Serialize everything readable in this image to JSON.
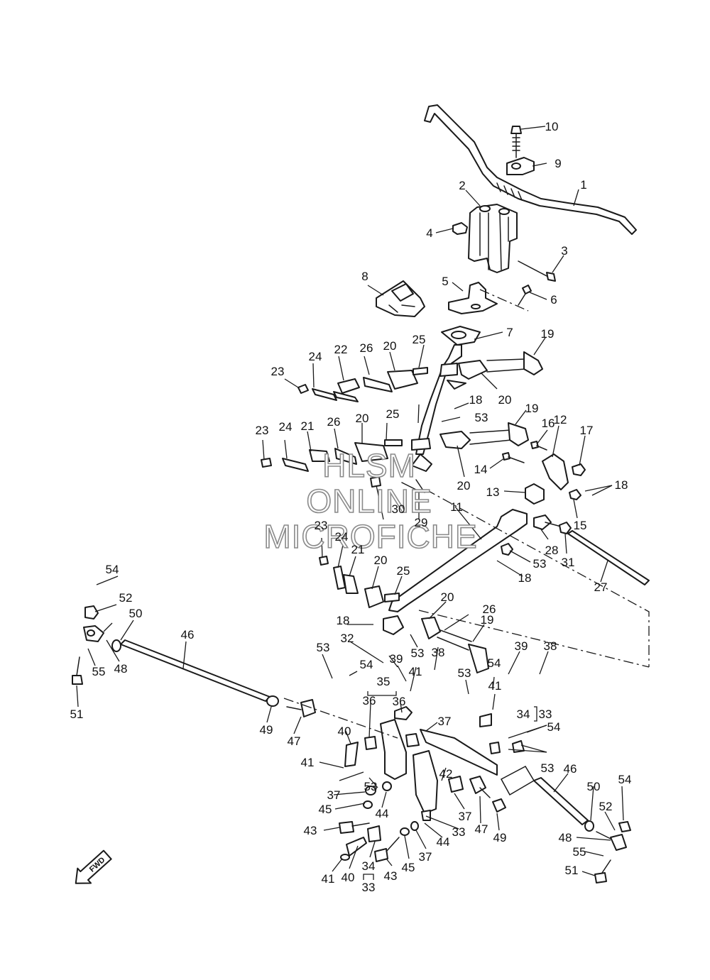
{
  "watermark": {
    "line1": "HLSM",
    "line2": "ONLINE",
    "line3": "MICROFICHE"
  },
  "direction_arrow": {
    "label": "FWD"
  },
  "callouts": [
    {
      "n": "1"
    },
    {
      "n": "2"
    },
    {
      "n": "3"
    },
    {
      "n": "4"
    },
    {
      "n": "5"
    },
    {
      "n": "6"
    },
    {
      "n": "7"
    },
    {
      "n": "8"
    },
    {
      "n": "9"
    },
    {
      "n": "10"
    },
    {
      "n": "11"
    },
    {
      "n": "12"
    },
    {
      "n": "13"
    },
    {
      "n": "14"
    },
    {
      "n": "15"
    },
    {
      "n": "16"
    },
    {
      "n": "17"
    },
    {
      "n": "18"
    },
    {
      "n": "18"
    },
    {
      "n": "18"
    },
    {
      "n": "18"
    },
    {
      "n": "19"
    },
    {
      "n": "19"
    },
    {
      "n": "19"
    },
    {
      "n": "20"
    },
    {
      "n": "20"
    },
    {
      "n": "20"
    },
    {
      "n": "20"
    },
    {
      "n": "20"
    },
    {
      "n": "20"
    },
    {
      "n": "21"
    },
    {
      "n": "21"
    },
    {
      "n": "22"
    },
    {
      "n": "23"
    },
    {
      "n": "23"
    },
    {
      "n": "23"
    },
    {
      "n": "24"
    },
    {
      "n": "24"
    },
    {
      "n": "24"
    },
    {
      "n": "25"
    },
    {
      "n": "25"
    },
    {
      "n": "25"
    },
    {
      "n": "26"
    },
    {
      "n": "26"
    },
    {
      "n": "26"
    },
    {
      "n": "27"
    },
    {
      "n": "28"
    },
    {
      "n": "29"
    },
    {
      "n": "30"
    },
    {
      "n": "31"
    },
    {
      "n": "32"
    },
    {
      "n": "33"
    },
    {
      "n": "33"
    },
    {
      "n": "33"
    },
    {
      "n": "34"
    },
    {
      "n": "34"
    },
    {
      "n": "35"
    },
    {
      "n": "36"
    },
    {
      "n": "36"
    },
    {
      "n": "37"
    },
    {
      "n": "37"
    },
    {
      "n": "37"
    },
    {
      "n": "37"
    },
    {
      "n": "38"
    },
    {
      "n": "38"
    },
    {
      "n": "39"
    },
    {
      "n": "39"
    },
    {
      "n": "40"
    },
    {
      "n": "40"
    },
    {
      "n": "41"
    },
    {
      "n": "41"
    },
    {
      "n": "41"
    },
    {
      "n": "41"
    },
    {
      "n": "42"
    },
    {
      "n": "43"
    },
    {
      "n": "43"
    },
    {
      "n": "44"
    },
    {
      "n": "44"
    },
    {
      "n": "45"
    },
    {
      "n": "45"
    },
    {
      "n": "46"
    },
    {
      "n": "46"
    },
    {
      "n": "47"
    },
    {
      "n": "47"
    },
    {
      "n": "48"
    },
    {
      "n": "48"
    },
    {
      "n": "49"
    },
    {
      "n": "49"
    },
    {
      "n": "50"
    },
    {
      "n": "50"
    },
    {
      "n": "51"
    },
    {
      "n": "51"
    },
    {
      "n": "52"
    },
    {
      "n": "52"
    },
    {
      "n": "53"
    },
    {
      "n": "53"
    },
    {
      "n": "53"
    },
    {
      "n": "53"
    },
    {
      "n": "53"
    },
    {
      "n": "53"
    },
    {
      "n": "53"
    },
    {
      "n": "54"
    },
    {
      "n": "54"
    },
    {
      "n": "54"
    },
    {
      "n": "54"
    },
    {
      "n": "54"
    },
    {
      "n": "55"
    },
    {
      "n": "55"
    }
  ]
}
